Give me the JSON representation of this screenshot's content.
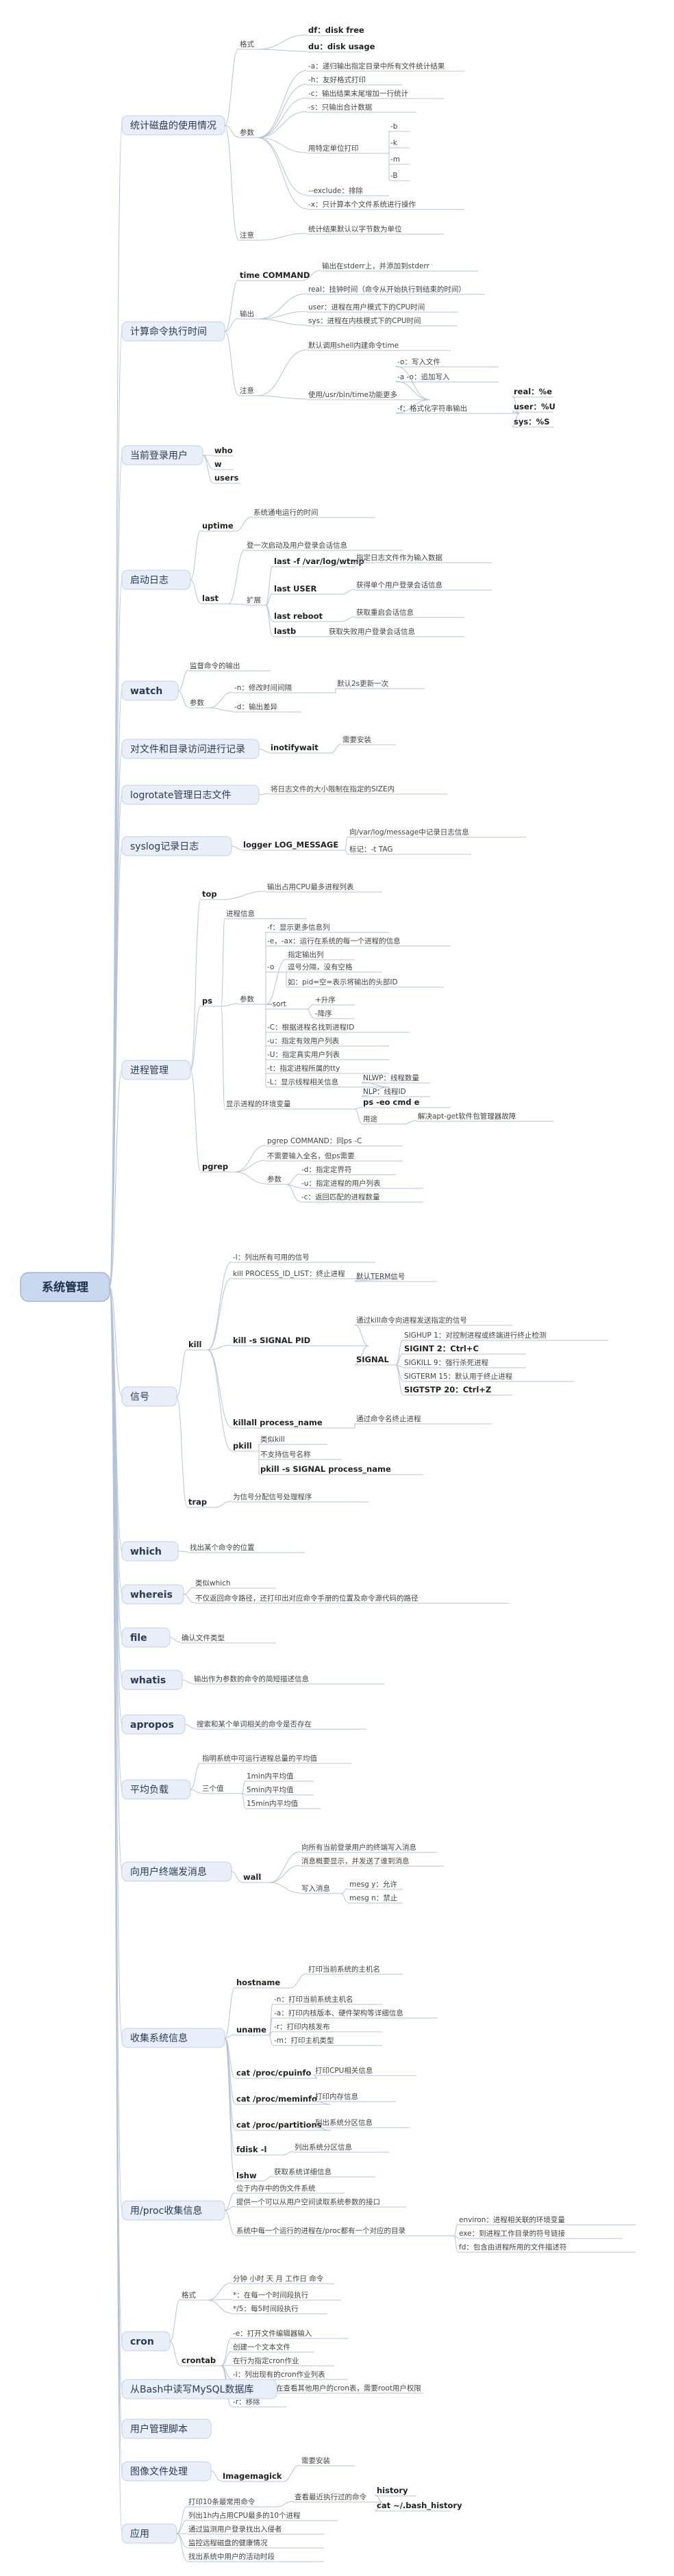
{
  "root": {
    "label": "系统管理"
  },
  "branches": [
    {
      "label": "统计磁盘的使用情况",
      "items": [
        "格式",
        "df：disk free",
        "du：disk usage",
        "参数",
        "-a：递归输出指定目录中所有文件统计结果",
        "-h：友好格式打印",
        "-c：输出结果末尾增加一行统计",
        "-s：只输出合计数据",
        "用特定单位打印",
        "-b",
        "-k",
        "-m",
        "-B",
        "--exclude：排除",
        "-x：只计算本个文件系统进行操作",
        "注意",
        "统计结果默认以字节数为单位"
      ]
    },
    {
      "label": "计算命令执行时间",
      "items": [
        "time COMMAND",
        "输出在stderr上，并添加到stderr",
        "输出",
        "real：挂钟时间（命令从开始执行到结束的时间）",
        "user：进程在用户模式下的CPU时间",
        "sys：进程在内核模式下的CPU时间",
        "注意",
        "默认调用shell内建命令time",
        "使用/usr/bin/time功能更多",
        "-o：写入文件",
        "-a -o：追加写入",
        "-f：格式化字符串输出",
        "real：%e",
        "user：%U",
        "sys：%S"
      ]
    },
    {
      "label": "当前登录用户",
      "items": [
        "who",
        "w",
        "users"
      ]
    },
    {
      "label": "启动日志",
      "items": [
        "uptime",
        "系统通电运行的时间",
        "last",
        "登一次启动及用户登录会话信息",
        "扩展",
        "last -f /var/log/wtmp",
        "指定日志文件作为输入数据",
        "last USER",
        "获得单个用户登录会话信息",
        "last reboot",
        "获取重启会话信息",
        "lastb",
        "获取失败用户登录会话信息"
      ]
    },
    {
      "label": "watch",
      "bold": true,
      "items": [
        "监督命令的输出",
        "参数",
        "-n：修改时间间隔",
        "默认2s更新一次",
        "-d：输出差异"
      ]
    },
    {
      "label": "对文件和目录访问进行记录",
      "items": [
        "inotifywait",
        "需要安装"
      ]
    },
    {
      "label": "logrotate管理日志文件",
      "items": [
        "将日志文件的大小限制在指定的SIZE内"
      ]
    },
    {
      "label": "syslog记录日志",
      "items": [
        "logger LOG_MESSAGE",
        "向/var/log/message中记录日志信息",
        "标记：-t TAG"
      ]
    },
    {
      "label": "进程管理",
      "items": [
        "top",
        "输出占用CPU最多进程列表",
        "ps",
        "进程信息",
        "参数",
        "-f：显示更多信息列",
        "-e，-ax：运行在系统的每一个进程的信息",
        "指定输出列",
        "-o",
        "逗号分隔，没有空格",
        "如：pid=空=表示将输出的头部ID",
        "--sort",
        "+升序",
        "-降序",
        "-C：根据进程名找到进程ID",
        "-u：指定有效用户列表",
        "-U：指定真实用户列表",
        "-t：指定进程所属的tty",
        "-L：显示线程相关信息",
        "NLWP：线程数量",
        "NLP：线程ID",
        "显示进程的环境变量",
        "ps -eo cmd e",
        "用途",
        "解决apt-get软件包管理器故障",
        "pgrep",
        "pgrep COMMAND：同ps -C",
        "不需要输入全名，但ps需要",
        "参数",
        "-d：指定定界符",
        "-u：指定进程的用户列表",
        "-c：返回匹配的进程数量"
      ]
    },
    {
      "label": "信号",
      "items": [
        "kill",
        "-l：列出所有可用的信号",
        "kill PROCESS_ID_LIST：终止进程",
        "默认TERM信号",
        "kill -s SIGNAL PID",
        "通过kill命令向进程发送指定的信号",
        "SIGNAL",
        "SIGHUP 1：对控制进程或终端进行终止检测",
        "SIGINT 2：Ctrl+C",
        "SIGKILL 9：强行杀死进程",
        "SIGTERM 15：默认用于终止进程",
        "SIGTSTP 20：Ctrl+Z",
        "killall process_name",
        "通过命令名终止进程",
        "pkill",
        "类似kill",
        "不支持信号名称",
        "pkill -s SIGNAL process_name",
        "trap",
        "为信号分配信号处理程序"
      ]
    },
    {
      "label": "which",
      "bold": true,
      "items": [
        "找出某个命令的位置"
      ]
    },
    {
      "label": "whereis",
      "bold": true,
      "items": [
        "类似which",
        "不仅返回命令路径，还打印出对应命令手册的位置及命令源代码的路径"
      ]
    },
    {
      "label": "file",
      "bold": true,
      "items": [
        "确认文件类型"
      ]
    },
    {
      "label": "whatis",
      "bold": true,
      "items": [
        "输出作为参数的命令的简短描述信息"
      ]
    },
    {
      "label": "apropos",
      "bold": true,
      "items": [
        "搜索和某个单词相关的命令是否存在"
      ]
    },
    {
      "label": "平均负载",
      "items": [
        "指明系统中可运行进程总量的平均值",
        "三个值",
        "1min内平均值",
        "5min内平均值",
        "15min内平均值"
      ]
    },
    {
      "label": "向用户终端发消息",
      "items": [
        "wall",
        "向所有当前登录用户的终端写入消息",
        "消息概要显示，并发送了谁到消息",
        "写入消息",
        "mesg y：允许",
        "mesg n：禁止"
      ]
    },
    {
      "label": "收集系统信息",
      "items": [
        "hostname",
        "打印当前系统的主机名",
        "uname",
        "-n：打印当前系统主机名",
        "-a：打印内核版本、硬件架构等详细信息",
        "-r：打印内核发布",
        "-m：打印主机类型",
        "cat /proc/cpuinfo",
        "打印CPU相关信息",
        "cat /proc/meminfo",
        "打印内存信息",
        "cat /proc/partitions",
        "列出系统分区信息",
        "fdisk -l",
        "列出系统分区信息",
        "lshw",
        "获取系统详细信息"
      ]
    },
    {
      "label": "用/proc收集信息",
      "items": [
        "位于内存中的伪文件系统",
        "提供一个可以从用户空间读取系统参数的接口",
        "系统中每一个运行的进程在/proc都有一个对应的目录",
        "environ：进程相关联的环境变量",
        "exe：到进程工作目录的符号链接",
        "fd：包含由进程所用的文件描述符"
      ]
    },
    {
      "label": "cron",
      "bold": true,
      "items": [
        "格式",
        "分钟 小时 天 月 工作日 命令",
        "*：在每一个时间段执行",
        "*/5：每5时间段执行",
        "crontab",
        "-e：打开文件编辑器输入",
        "创建一个文本文件",
        "在行为指定cron作业",
        "-l：列出现有的cron作业列表",
        "-u：指定用户在查看其他用户的cron表，需要root用户权限",
        "-r：移除"
      ]
    },
    {
      "label": "从Bash中读写MySQL数据库",
      "items": []
    },
    {
      "label": "用户管理脚本",
      "items": []
    },
    {
      "label": "图像文件处理",
      "items": [
        "Imagemagick",
        "需要安装"
      ]
    },
    {
      "label": "应用",
      "items": [
        "打印10条最常用命令",
        "查看最近执行过的命令",
        "history",
        "cat ~/.bash_history",
        "列出1h内占用CPU最多的10个进程",
        "通过监测用户登录找出入侵者",
        "监控远程磁盘的健康情况",
        "找出系统中用户的活动时段"
      ]
    }
  ]
}
